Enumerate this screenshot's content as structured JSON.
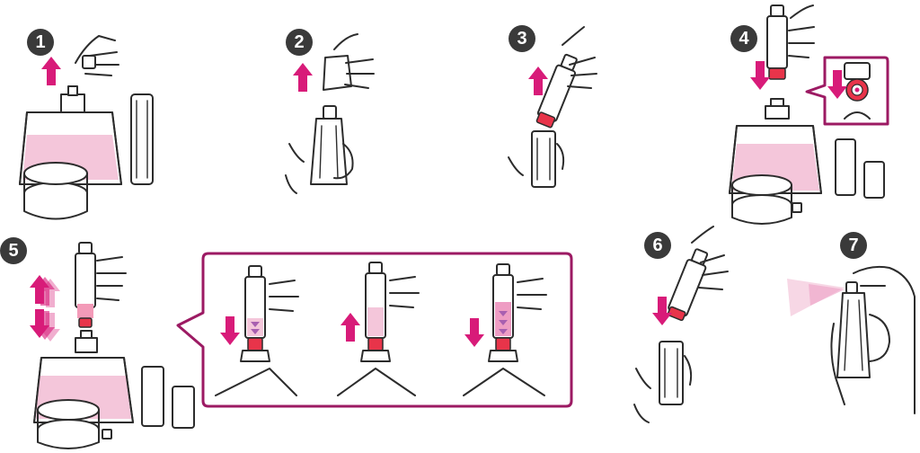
{
  "steps": [
    {
      "number": "1"
    },
    {
      "number": "2"
    },
    {
      "number": "3"
    },
    {
      "number": "4"
    },
    {
      "number": "5"
    },
    {
      "number": "6"
    },
    {
      "number": "7"
    }
  ],
  "colors": {
    "accent": "#d81b79",
    "frame": "#9c1a63",
    "perfume": "#f4c6da",
    "nozzle": "#e8344a",
    "outline": "#2c2c2c",
    "badge": "#3a3a3a"
  }
}
